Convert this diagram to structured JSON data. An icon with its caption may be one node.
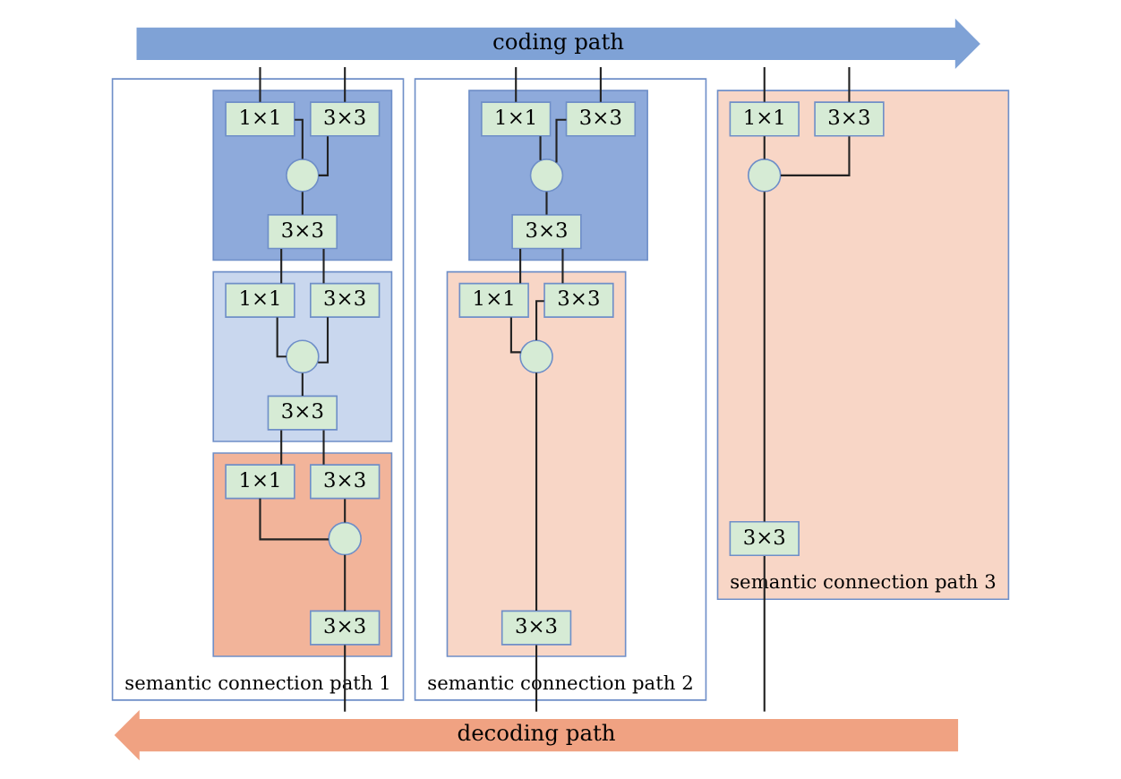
{
  "diagram": {
    "nodes": [
      {
        "text": [
          "coding path"
        ]
      },
      {
        "text": [
          "decoding path"
        ]
      },
      {
        "text": [
          "semantic connection path 1"
        ]
      },
      {
        "text": [],
        "shape": "box",
        "in": 2
      },
      {
        "text": [
          "3×3"
        ],
        "in": 3
      },
      {
        "text": [
          "1×1"
        ],
        "in": 3
      },
      {
        "text": [],
        "shape": "circle",
        "in": 3
      },
      {
        "text": [
          "3×3"
        ],
        "in": 3
      },
      {
        "text": [],
        "shape": "box",
        "in": 2
      },
      {
        "text": [
          "3×3"
        ],
        "in": 8
      },
      {
        "text": [
          "1×1"
        ],
        "in": 8
      },
      {
        "text": [],
        "shape": "circle",
        "in": 8
      },
      {
        "text": [
          "3×3"
        ],
        "in": 8
      },
      {
        "text": [],
        "shape": "box",
        "in": 2
      },
      {
        "text": [
          "3×3"
        ],
        "in": 13
      },
      {
        "text": [
          "1×1"
        ],
        "in": 13
      },
      {
        "text": [],
        "shape": "circle",
        "in": 13
      },
      {
        "text": [
          "3×3"
        ],
        "in": 13
      },
      {
        "text": [
          "semantic connection path 2"
        ]
      },
      {
        "text": [],
        "shape": "box",
        "in": 18
      },
      {
        "text": [
          "3×3"
        ],
        "in": 19
      },
      {
        "text": [
          "1×1"
        ],
        "in": 19
      },
      {
        "text": [],
        "shape": "circle",
        "in": 19
      },
      {
        "text": [
          "3×3"
        ],
        "in": 19
      },
      {
        "text": [],
        "shape": "box",
        "in": 18
      },
      {
        "text": [
          "3×3"
        ],
        "in": 24
      },
      {
        "text": [
          "1×1"
        ],
        "in": 24
      },
      {
        "text": [],
        "shape": "circle",
        "in": 24
      },
      {
        "text": [
          "3×3"
        ],
        "in": 24
      },
      {
        "text": [
          "semantic connection path 3"
        ]
      },
      {
        "text": [
          "3×3"
        ],
        "in": 29
      },
      {
        "text": [
          "1×1"
        ],
        "in": 29
      },
      {
        "text": [],
        "shape": "circle",
        "in": 29
      },
      {
        "text": [
          "3×3"
        ],
        "in": 29
      }
    ],
    "edges": [
      {
        "from": 0,
        "to": 4,
        "arrow": "none"
      },
      {
        "from": 0,
        "to": 5,
        "arrow": "none"
      },
      {
        "from": 4,
        "to": 6,
        "arrow": "none"
      },
      {
        "from": 5,
        "to": 6,
        "arrow": "none"
      },
      {
        "from": 6,
        "to": 7,
        "arrow": "none"
      },
      {
        "from": 7,
        "to": 9,
        "arrow": "none"
      },
      {
        "from": 7,
        "to": 10,
        "arrow": "none"
      },
      {
        "from": 9,
        "to": 11,
        "arrow": "none"
      },
      {
        "from": 10,
        "to": 11,
        "arrow": "none"
      },
      {
        "from": 11,
        "to": 12,
        "arrow": "none"
      },
      {
        "from": 12,
        "to": 14,
        "arrow": "none"
      },
      {
        "from": 12,
        "to": 15,
        "arrow": "none"
      },
      {
        "from": 14,
        "to": 16,
        "arrow": "none"
      },
      {
        "from": 15,
        "to": 16,
        "arrow": "none"
      },
      {
        "from": 16,
        "to": 17,
        "arrow": "none"
      },
      {
        "from": 17,
        "to": 1,
        "arrow": "none"
      },
      {
        "from": 0,
        "to": 20,
        "arrow": "none"
      },
      {
        "from": 0,
        "to": 21,
        "arrow": "none"
      },
      {
        "from": 20,
        "to": 22,
        "arrow": "none"
      },
      {
        "from": 21,
        "to": 22,
        "arrow": "none"
      },
      {
        "from": 22,
        "to": 23,
        "arrow": "none"
      },
      {
        "from": 23,
        "to": 25,
        "arrow": "none"
      },
      {
        "from": 23,
        "to": 26,
        "arrow": "none"
      },
      {
        "from": 25,
        "to": 27,
        "arrow": "none"
      },
      {
        "from": 26,
        "to": 27,
        "arrow": "none"
      },
      {
        "from": 27,
        "to": 28,
        "arrow": "none"
      },
      {
        "from": 28,
        "to": 1,
        "arrow": "none"
      },
      {
        "from": 0,
        "to": 30,
        "arrow": "none"
      },
      {
        "from": 0,
        "to": 31,
        "arrow": "none"
      },
      {
        "from": 30,
        "to": 32,
        "arrow": "none"
      },
      {
        "from": 31,
        "to": 32,
        "arrow": "none"
      },
      {
        "from": 32,
        "to": 33,
        "arrow": "none"
      },
      {
        "from": 33,
        "to": 1,
        "arrow": "none"
      }
    ]
  }
}
